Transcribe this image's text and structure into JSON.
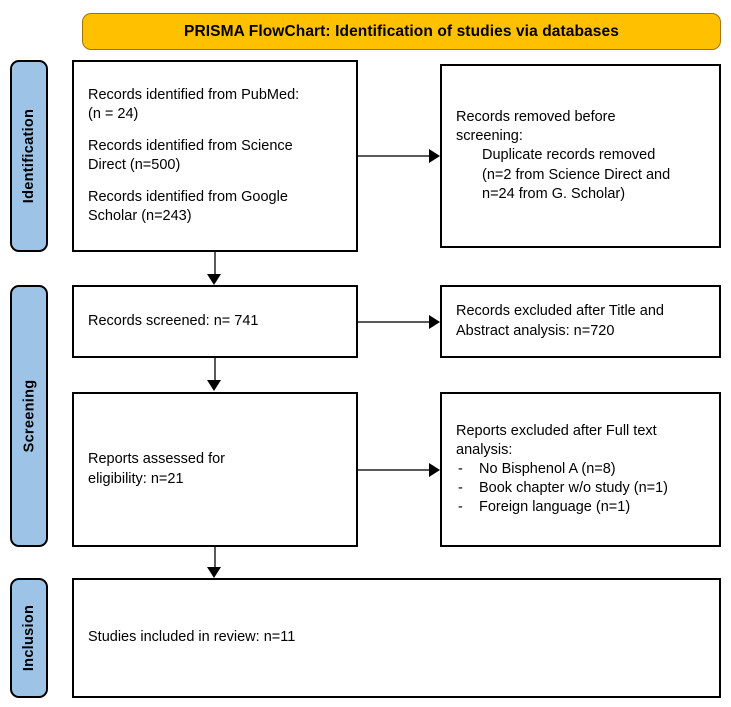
{
  "title": {
    "text": "PRISMA FlowChart: Identification of studies via databases",
    "background_color": "#FFC000"
  },
  "stages": [
    {
      "label": "Identification",
      "color": "#9DC3E6"
    },
    {
      "label": "Screening",
      "color": "#9DC3E6"
    },
    {
      "label": "Inclusion",
      "color": "#9DC3E6"
    }
  ],
  "boxes": {
    "identified": {
      "lines": [
        "Records identified from PubMed:",
        "(n = 24)",
        "Records identified from Science",
        "Direct (n=500)",
        "Records identified from Google",
        "Scholar (n=243)"
      ]
    },
    "removed": {
      "lines": [
        "Records removed before",
        "screening:"
      ],
      "indented": [
        "Duplicate records removed",
        "(n=2 from Science Direct and",
        "n=24 from G. Scholar)"
      ]
    },
    "screened": {
      "lines": [
        "Records screened: n= 741"
      ]
    },
    "excluded_title_abstract": {
      "lines": [
        "Records excluded after Title and",
        "Abstract analysis: n=720"
      ]
    },
    "eligibility": {
      "lines": [
        "Reports assessed for",
        "eligibility: n=21"
      ]
    },
    "excluded_fulltext": {
      "lines": [
        "Reports excluded after Full text",
        "analysis:"
      ],
      "reasons": [
        {
          "marker": "-",
          "text": "No Bisphenol A (n=8)"
        },
        {
          "marker": "-",
          "text": "Book chapter w/o study (n=1)"
        },
        {
          "marker": "-",
          "text": "Foreign language (n=1)"
        }
      ]
    },
    "included": {
      "lines": [
        "Studies included in review: n=11"
      ]
    }
  },
  "chart_data": {
    "type": "diagram",
    "title": "PRISMA FlowChart: Identification of studies via databases",
    "stages": [
      "Identification",
      "Screening",
      "Inclusion"
    ],
    "nodes": [
      {
        "id": "identified_pubmed",
        "stage": "Identification",
        "label": "Records identified from PubMed",
        "n": 24
      },
      {
        "id": "identified_sciencedirect",
        "stage": "Identification",
        "label": "Records identified from Science Direct",
        "n": 500
      },
      {
        "id": "identified_googlescholar",
        "stage": "Identification",
        "label": "Records identified from Google Scholar",
        "n": 243
      },
      {
        "id": "removed_duplicates_sciencedirect",
        "stage": "Identification",
        "label": "Duplicate records removed from Science Direct",
        "n": 2
      },
      {
        "id": "removed_duplicates_googlescholar",
        "stage": "Identification",
        "label": "Duplicate records removed from G. Scholar",
        "n": 24
      },
      {
        "id": "screened",
        "stage": "Screening",
        "label": "Records screened",
        "n": 741
      },
      {
        "id": "excluded_title_abstract",
        "stage": "Screening",
        "label": "Records excluded after Title and Abstract analysis",
        "n": 720
      },
      {
        "id": "eligibility",
        "stage": "Screening",
        "label": "Reports assessed for eligibility",
        "n": 21
      },
      {
        "id": "excluded_no_bisphenol_a",
        "stage": "Screening",
        "label": "No Bisphenol A",
        "n": 8
      },
      {
        "id": "excluded_book_chapter",
        "stage": "Screening",
        "label": "Book chapter w/o study",
        "n": 1
      },
      {
        "id": "excluded_foreign_language",
        "stage": "Screening",
        "label": "Foreign language",
        "n": 1
      },
      {
        "id": "included",
        "stage": "Inclusion",
        "label": "Studies included in review",
        "n": 11
      }
    ],
    "edges": [
      {
        "from": "identified",
        "to": "removed",
        "direction": "right"
      },
      {
        "from": "identified",
        "to": "screened",
        "direction": "down"
      },
      {
        "from": "screened",
        "to": "excluded_title_abstract",
        "direction": "right"
      },
      {
        "from": "screened",
        "to": "eligibility",
        "direction": "down"
      },
      {
        "from": "eligibility",
        "to": "excluded_fulltext",
        "direction": "right"
      },
      {
        "from": "eligibility",
        "to": "included",
        "direction": "down"
      }
    ]
  }
}
